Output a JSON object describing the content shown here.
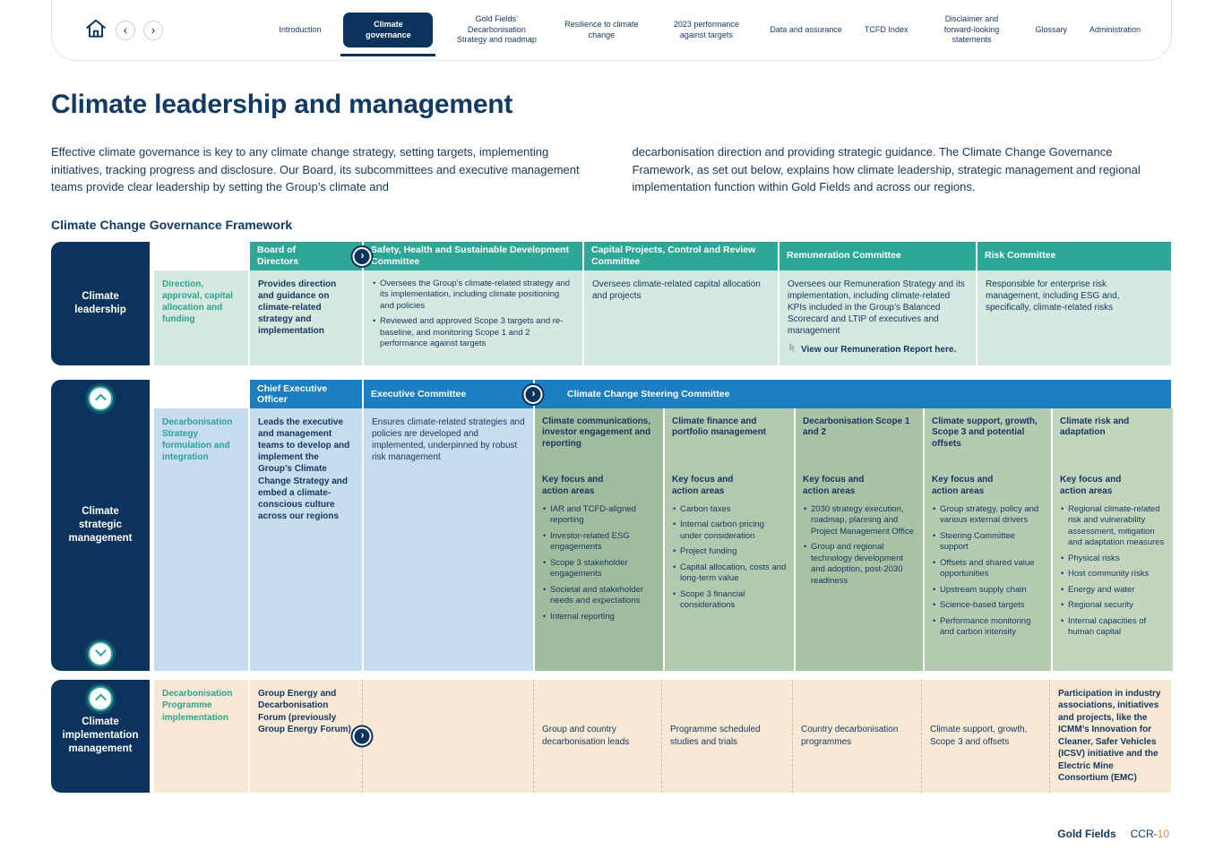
{
  "colors": {
    "navy": "#0c335c",
    "teal_band": "#2ea796",
    "teal_text": "#2fa28f",
    "blue_band": "#1d7ec1",
    "light_teal": "#d5e9e1",
    "light_blue": "#c6ddee",
    "beige": "#f7e9d6",
    "orange": "#f08b1f",
    "greens": [
      "#9fbc9e",
      "#b1c9ae",
      "#a7c2a5",
      "#b4cbb1",
      "#c3d6bd"
    ]
  },
  "nav": {
    "items": [
      {
        "label": "Introduction"
      },
      {
        "label": "Climate governance"
      },
      {
        "label": "Gold Fields’ Decarbonisation Strategy and roadmap"
      },
      {
        "label": "Resilience to climate change"
      },
      {
        "label": "2023 performance against targets"
      },
      {
        "label": "Data and assurance"
      },
      {
        "label": "TCFD Index"
      },
      {
        "label": "Disclaimer and forward-looking statements"
      },
      {
        "label": "Glossary"
      },
      {
        "label": "Administration"
      }
    ],
    "active_index": 1
  },
  "page": {
    "title": "Climate leadership and management",
    "intro_left": "Effective climate governance is key to any climate change strategy, setting targets, implementing initiatives, tracking progress and disclosure. Our Board, its subcommittees and executive management teams provide clear leadership by setting the Group’s climate and",
    "intro_right": "decarbonisation direction and providing strategic guidance. The Climate Change Governance Framework, as set out below, explains how climate leadership, strategic management and regional implementation function within Gold Fields and across our regions.",
    "framework_heading": "Climate Change Governance Framework"
  },
  "framework": {
    "leadership": {
      "label": "Climate leadership",
      "function": "Direction, approval, capital allocation and funding",
      "board": {
        "header": "Board of Directors",
        "body": "Provides direction and guidance on climate-related strategy and implementation"
      },
      "safety": {
        "header": "Safety, Health and Sustainable Development Committee",
        "bullets": [
          "Oversees the Group’s climate-related strategy and its implementation, including climate positioning and policies",
          "Reviewed and approved Scope 3 targets and re-baseline, and monitoring Scope 1 and 2 performance against targets"
        ]
      },
      "capital": {
        "header": "Capital Projects, Control and Review Committee",
        "body": "Oversees climate-related capital allocation and projects"
      },
      "remuneration": {
        "header": "Remuneration Committee",
        "body": "Oversees our Remuneration Strategy and its implementation, including climate-related KPIs included in the Group’s Balanced Scorecard and LTIP of executives and management",
        "link": "View our Remuneration Report here."
      },
      "risk": {
        "header": "Risk Committee",
        "body": "Responsible for enterprise risk management, including ESG and, specifically, climate-related risks"
      }
    },
    "strategic": {
      "label": "Climate strategic management",
      "function": "Decarbonisation Strategy formulation and integration",
      "ceo": {
        "header": "Chief Executive Officer",
        "body": "Leads the executive and management teams to develop and implement the Group’s Climate Change Strategy and embed a climate-conscious culture across our regions"
      },
      "exco": {
        "header": "Executive Committee",
        "body": "Ensures climate-related strategies and policies are developed and implemented, underpinned by robust risk management"
      },
      "steering": {
        "header": "Climate Change Steering Committee",
        "key_focus_label": "Key focus and action areas",
        "columns": [
          {
            "title": "Climate communications, investor engagement and reporting",
            "bullets": [
              "IAR and TCFD-aligned reporting",
              "Investor-related ESG engagements",
              "Scope 3 stakeholder engagements",
              "Societal and stakeholder needs and expectations",
              "Internal reporting"
            ]
          },
          {
            "title": "Climate finance and portfolio management",
            "bullets": [
              "Carbon taxes",
              "Internal carbon pricing under consideration",
              "Project funding",
              "Capital allocation, costs and long-term value",
              "Scope 3 financial considerations"
            ]
          },
          {
            "title": "Decarbonisation Scope 1 and 2",
            "bullets": [
              "2030 strategy execution, roadmap, planning and Project Management Office",
              "Group and regional technology development and adoption, post-2030 readiness"
            ]
          },
          {
            "title": "Climate support, growth, Scope 3 and potential offsets",
            "bullets": [
              "Group strategy, policy and various external drivers",
              "Steering Committee support",
              "Offsets and shared value opportunities",
              "Upstream supply chain",
              "Science-based targets",
              "Performance monitoring and carbon intensity"
            ]
          },
          {
            "title": "Climate risk and adaptation",
            "bullets": [
              "Regional climate-related risk and vulnerability assessment, mitigation and adaptation measures",
              "Physical risks",
              "Host community risks",
              "Energy and water",
              "Regional security",
              "Internal capacities of human capital"
            ]
          }
        ]
      }
    },
    "implementation": {
      "label": "Climate implementation management",
      "function": "Decarbonisation Programme implementation",
      "forum": "Group Energy and Decarbonisation Forum (previously Group Energy Forum)",
      "cells": [
        "Group and country decarbonisation leads",
        "Programme scheduled studies and trials",
        "Country decarbonisation programmes",
        "Climate support, growth, Scope 3 and offsets"
      ],
      "participation": "Participation in industry associations, initiatives and projects, like the ICMM’s Innovation for Cleaner, Safer Vehicles (ICSV) initiative and the Electric Mine Consortium (EMC)"
    }
  },
  "footer": {
    "brand": "Gold Fields",
    "page_ref_prefix": "CCR-",
    "page_ref_number": "10"
  }
}
